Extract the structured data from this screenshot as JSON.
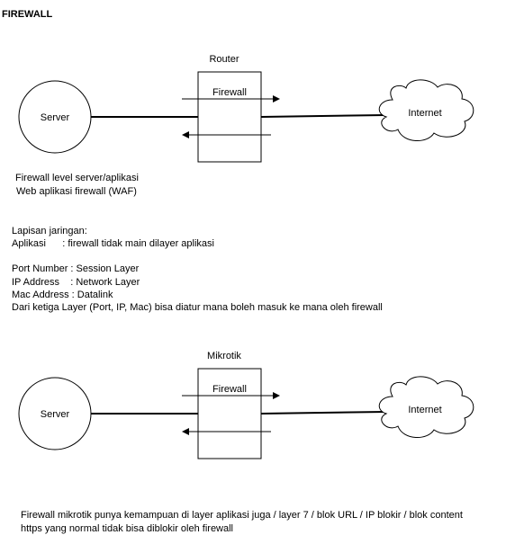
{
  "title": "FIREWALL",
  "diagram1": {
    "device_label": "Router",
    "server_label": "Server",
    "firewall_label": "Firewall",
    "internet_label": "Internet"
  },
  "notes1": {
    "line1": "Firewall level server/aplikasi",
    "line2": "Web aplikasi firewall (WAF)"
  },
  "layers": {
    "heading": "Lapisan jaringan:",
    "aplikasi": "Aplikasi      : firewall tidak main dilayer aplikasi",
    "port": "Port Number : Session Layer",
    "ip": "IP Address    : Network Layer",
    "mac": "Mac Address : Datalink",
    "summary": "Dari ketiga Layer (Port, IP, Mac) bisa diatur mana boleh masuk ke mana oleh firewall"
  },
  "diagram2": {
    "device_label": "Mikrotik",
    "server_label": "Server",
    "firewall_label": "Firewall",
    "internet_label": "Internet"
  },
  "notes2": {
    "line1": "Firewall mikrotik punya kemampuan di layer aplikasi juga / layer 7 / blok URL / IP blokir / blok content",
    "line2": "https yang normal tidak bisa diblokir oleh firewall"
  }
}
